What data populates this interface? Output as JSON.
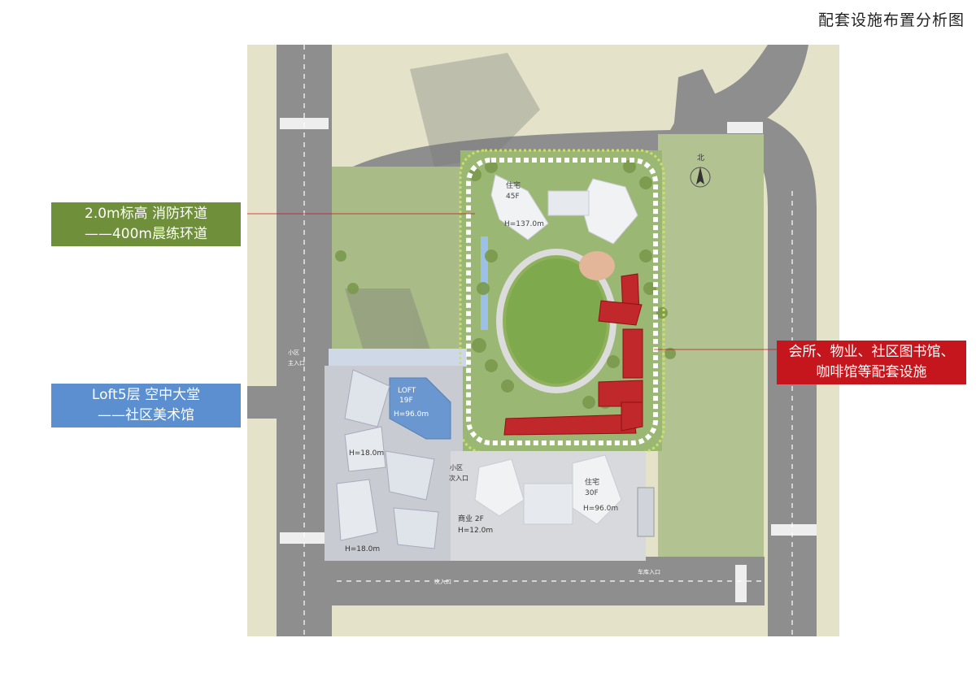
{
  "page": {
    "title": "配套设施布置分析图"
  },
  "callouts": {
    "fire_road": {
      "line1": "2.0m标高 消防环道",
      "line2": "——400m晨练环道",
      "color": "#6f8f3a"
    },
    "loft": {
      "line1": "Loft5层 空中大堂",
      "line2": "——社区美术馆",
      "color": "#5b8fd0"
    },
    "clubhouse": {
      "line1": "会所、物业、社区图书馆、",
      "line2": "咖啡馆等配套设施",
      "color": "#c4161c"
    }
  },
  "map": {
    "north_label": "北",
    "buildings": {
      "tower_north": {
        "line1": "住宅",
        "line2": "45F",
        "line3": "H=137.0m"
      },
      "loft_block": {
        "line1": "LOFT",
        "line2": "19F",
        "line3": "H=96.0m"
      },
      "tower_east": {
        "line1": "住宅",
        "line2": "30F",
        "line3": "H=96.0m"
      },
      "commercial": {
        "line1": "商业  2F",
        "line2": "H=12.0m"
      },
      "low_west_1": {
        "line1": "H=18.0m"
      },
      "low_west_2": {
        "line1": "H=18.0m"
      }
    },
    "entrances": {
      "main": {
        "line1": "小区",
        "line2": "主入口"
      },
      "secondary": {
        "line1": "小区",
        "line2": "次入口"
      },
      "south_secondary": "次入口",
      "vehicle": "车库入口"
    },
    "colors": {
      "road": "#8e8e8e",
      "green": "#a9bb86",
      "clubhouse": "#c4161c",
      "loft": "#5b8fd0",
      "ring_road": "#ffffff"
    }
  }
}
